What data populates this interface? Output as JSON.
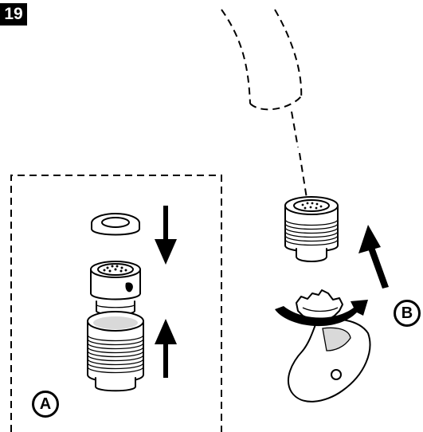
{
  "figure": {
    "step_number": "19",
    "callout_a": "A",
    "callout_b": "B"
  },
  "icons": [
    "faucet-spout-outline",
    "aerator-washer",
    "aerator-insert",
    "aerator-housing",
    "installed-aerator",
    "aerator-key-tool",
    "down-arrow",
    "up-arrow",
    "rotation-arrow"
  ]
}
